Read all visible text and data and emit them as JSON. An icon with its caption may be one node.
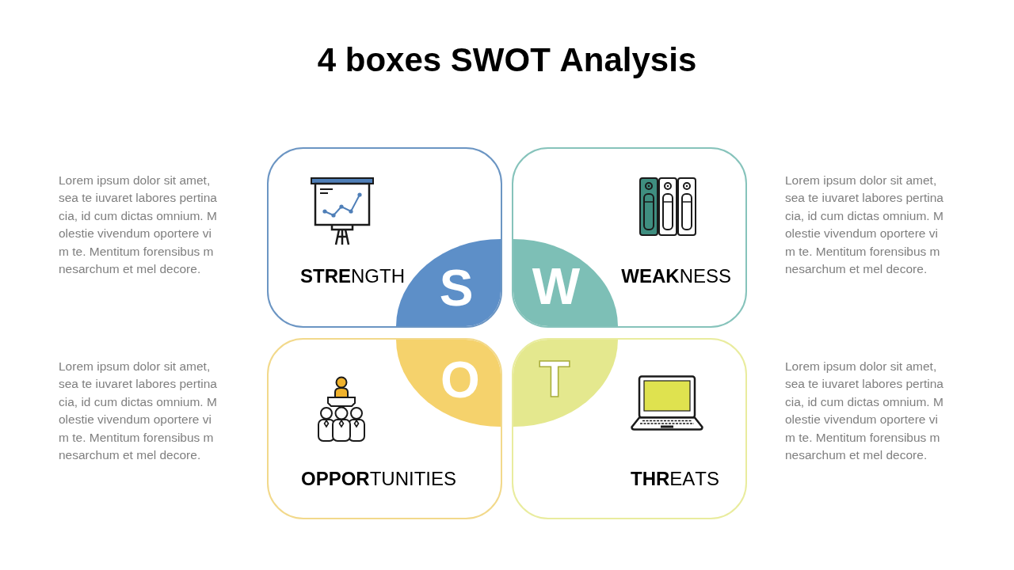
{
  "diagram": {
    "title": "4 boxes SWOT Analysis",
    "nodes": [
      {
        "text": [
          "**STRE**NGTH"
        ]
      },
      {
        "text": [
          "S"
        ],
        "in": 0
      },
      {
        "text": [
          "**WEAK**NESS"
        ]
      },
      {
        "text": [
          "W"
        ],
        "in": 2
      },
      {
        "text": [
          "**OPPOR**TUNITIES"
        ]
      },
      {
        "text": [
          "O"
        ],
        "in": 4
      },
      {
        "text": [
          "**THR**EATS"
        ]
      },
      {
        "text": [
          "T"
        ],
        "in": 6
      }
    ],
    "labels": [
      "Lorem ipsum dolor sit amet, sea te iuvaret labores pertina cia, id cum dictas omnium. M olestie vivendum oportere vi m te. Mentitum forensibus m nesarchum et mel decore.",
      "Lorem ipsum dolor sit amet, sea te iuvaret labores pertina cia, id cum dictas omnium. M olestie vivendum oportere vi m te. Mentitum forensibus m nesarchum et mel decore.",
      "Lorem ipsum dolor sit amet, sea te iuvaret labores pertina cia, id cum dictas omnium. M olestie vivendum oportere vi m te. Mentitum forensibus m nesarchum et mel decore.",
      "Lorem ipsum dolor sit amet, sea te iuvaret labores pertina cia, id cum dictas omnium. M olestie vivendum oportere vi m te. Mentitum forensibus m nesarchum et mel decore."
    ]
  }
}
